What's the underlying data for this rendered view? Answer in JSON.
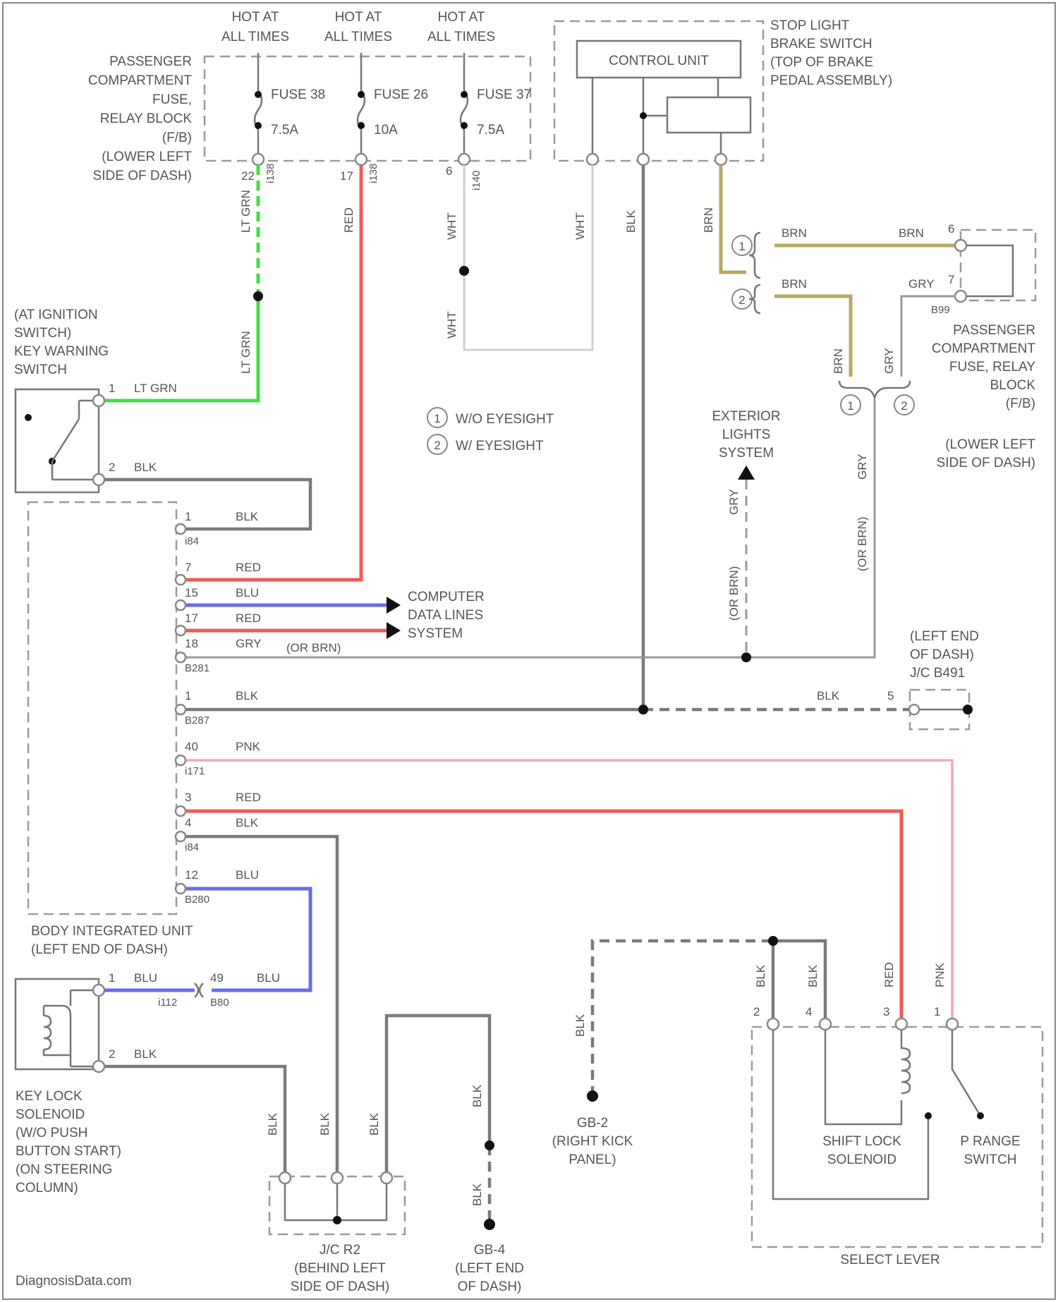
{
  "header": {
    "hot1": [
      "HOT AT",
      "ALL TIMES"
    ],
    "hot2": [
      "HOT AT",
      "ALL TIMES"
    ],
    "hot3": [
      "HOT AT",
      "ALL TIMES"
    ]
  },
  "fuse_block": {
    "label": [
      "PASSENGER",
      "COMPARTMENT",
      "FUSE,",
      "RELAY BLOCK",
      "(F/B)",
      "(LOWER LEFT",
      "SIDE OF DASH)"
    ],
    "fuse1_name": "FUSE 38",
    "fuse1_rating": "7.5A",
    "fuse2_name": "FUSE 26",
    "fuse2_rating": "10A",
    "fuse3_name": "FUSE 37",
    "fuse3_rating": "7.5A",
    "pin1": "22",
    "conn1": "i138",
    "pin2": "17",
    "conn2": "i138",
    "pin3": "6",
    "conn3": "i140"
  },
  "stop_light": {
    "control_unit": "CONTROL UNIT",
    "label": [
      "STOP LIGHT",
      "BRAKE SWITCH",
      "(TOP OF BRAKE",
      "PEDAL ASSEMBLY)"
    ]
  },
  "wires": {
    "lt_grn": "LT GRN",
    "red": "RED",
    "wht": "WHT",
    "blk": "BLK",
    "brn": "BRN",
    "gry": "GRY",
    "blu": "BLU",
    "pnk": "PNK",
    "or_brn": "(OR BRN)"
  },
  "fb_right": {
    "pin6": "6",
    "pin7": "7",
    "conn": "B99",
    "label": [
      "PASSENGER",
      "COMPARTMENT",
      "FUSE, RELAY",
      "BLOCK",
      "(F/B)",
      "(LOWER LEFT",
      "SIDE OF DASH)"
    ]
  },
  "legend": {
    "item1": "W/O EYESIGHT",
    "item2": "W/ EYESIGHT",
    "mark1": "1",
    "mark2": "2"
  },
  "ignition_switch": {
    "label": [
      "(AT IGNITION",
      "SWITCH)",
      "KEY WARNING",
      "SWITCH"
    ],
    "pin1": "1",
    "pin2": "2"
  },
  "exterior_lights": [
    "EXTERIOR",
    "LIGHTS",
    "SYSTEM"
  ],
  "computer_data": [
    "COMPUTER",
    "DATA LINES",
    "SYSTEM"
  ],
  "biu": {
    "label": [
      "BODY INTEGRATED UNIT",
      "(LEFT END OF DASH)"
    ],
    "pins": [
      "1",
      "7",
      "15",
      "17",
      "18",
      "1",
      "40",
      "3",
      "4",
      "12"
    ],
    "conns": [
      "i84",
      "B281",
      "B287",
      "i171",
      "i84",
      "B280"
    ]
  },
  "jc_b491": {
    "label": [
      "(LEFT END",
      "OF DASH)",
      "J/C B491"
    ],
    "pin": "5"
  },
  "key_lock": {
    "label": [
      "KEY LOCK",
      "SOLENOID",
      "(W/O PUSH",
      "BUTTON START)",
      "(ON STEERING",
      "COLUMN)"
    ],
    "pin1": "1",
    "pin2": "2",
    "conn": "i112",
    "inline_pin": "49",
    "inline_conn": "B80"
  },
  "jc_r2": [
    "J/C R2",
    "(BEHIND LEFT",
    "SIDE OF DASH)"
  ],
  "gb2": [
    "GB-2",
    "(RIGHT KICK",
    "PANEL)"
  ],
  "gb4": [
    "GB-4",
    "(LEFT END",
    "OF DASH)"
  ],
  "select_lever": {
    "label": "SELECT LEVER",
    "pins": [
      "2",
      "4",
      "3",
      "1"
    ],
    "shift_lock": [
      "SHIFT LOCK",
      "SOLENOID"
    ],
    "p_range": [
      "P RANGE",
      "SWITCH"
    ]
  },
  "watermark": "DiagnosisData.com"
}
